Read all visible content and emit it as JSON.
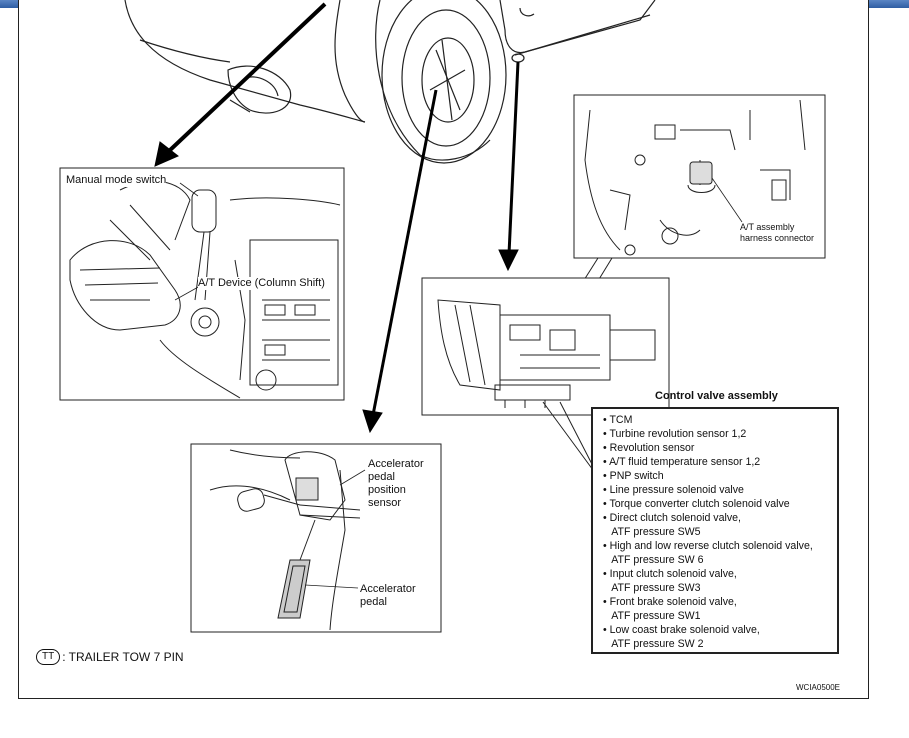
{
  "diagram": {
    "labels": {
      "manual_mode_switch": "Manual mode switch",
      "at_device": "A/T Device (Column Shift)",
      "at_harness_line1": "A/T assembly",
      "at_harness_line2": "harness connector",
      "control_valve_assembly": "Control valve assembly",
      "app_sensor_line1": "Accelerator",
      "app_sensor_line2": "pedal",
      "app_sensor_line3": "position",
      "app_sensor_line4": "sensor",
      "accel_pedal_line1": "Accelerator",
      "accel_pedal_line2": "pedal"
    },
    "component_list": [
      "• TCM",
      "• Turbine revolution sensor 1,2",
      "• Revolution sensor",
      "• A/T fluid temperature sensor 1,2",
      "• PNP switch",
      "• Line pressure solenoid valve",
      "• Torque converter clutch solenoid valve",
      "• Direct clutch solenoid valve,",
      "   ATF pressure SW5",
      "• High and low reverse clutch solenoid valve,",
      "   ATF pressure SW 6",
      "• Input clutch solenoid valve,",
      "   ATF pressure SW3",
      "• Front brake solenoid valve,",
      "   ATF pressure SW1",
      "• Low coast brake solenoid valve,",
      "   ATF pressure SW 2"
    ],
    "legend": {
      "symbol": "TT",
      "text": ": TRAILER TOW 7 PIN"
    },
    "figure_code": "WCIA0500E"
  }
}
